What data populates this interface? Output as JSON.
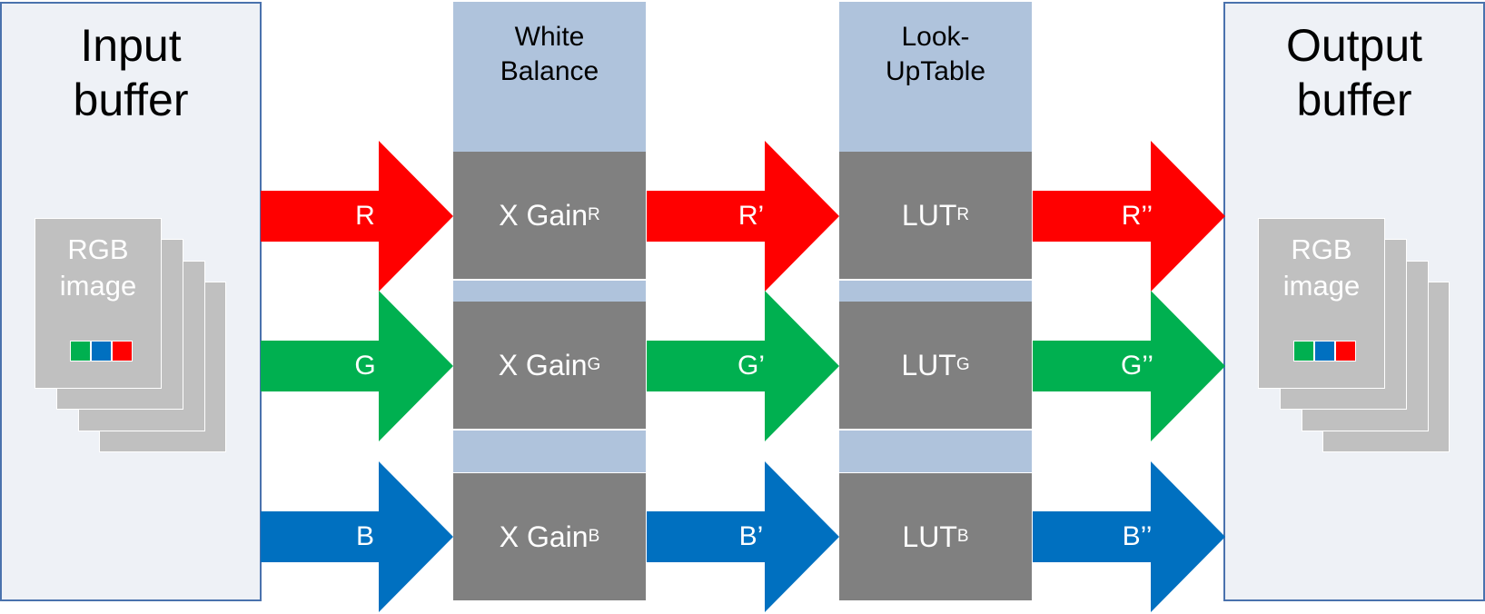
{
  "colors": {
    "red": "#ff0000",
    "green": "#00b050",
    "blue": "#0070c0",
    "box": "#808080",
    "header": "#afc3dc",
    "buffer_bg": "#eef1f6",
    "buffer_border": "#4a72ad"
  },
  "input_buffer": {
    "title_line1": "Input",
    "title_line2": "buffer",
    "image_label_line1": "RGB",
    "image_label_line2": "image"
  },
  "output_buffer": {
    "title_line1": "Output",
    "title_line2": "buffer",
    "image_label_line1": "RGB",
    "image_label_line2": "image"
  },
  "white_balance": {
    "header_line1": "White",
    "header_line2": "Balance",
    "prefix": "X Gain",
    "channels": [
      "R",
      "G",
      "B"
    ]
  },
  "lut": {
    "header_line1": "Look-",
    "header_line2": "UpTable",
    "prefix": "LUT",
    "channels": [
      "R",
      "G",
      "B"
    ]
  },
  "arrows_in": [
    "R",
    "G",
    "B"
  ],
  "arrows_mid": [
    "R’",
    "G’",
    "B’"
  ],
  "arrows_out": [
    "R’’",
    "G’’",
    "B’’"
  ]
}
